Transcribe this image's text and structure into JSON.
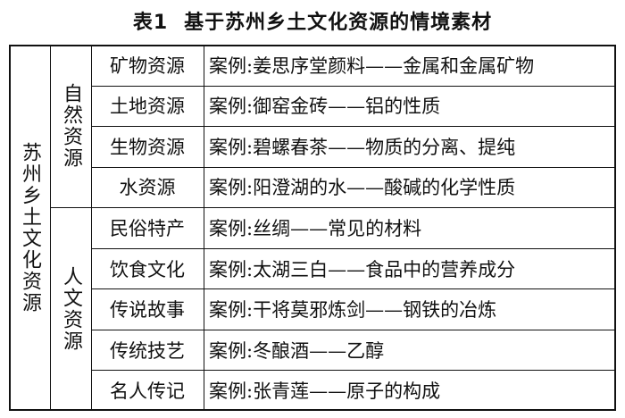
{
  "title": {
    "number": "表1",
    "text": "基于苏州乡土文化资源的情境素材"
  },
  "root_label": "苏州乡土文化资源",
  "groups": [
    {
      "label": "自然资源"
    },
    {
      "label": "人文资源"
    }
  ],
  "rows": [
    {
      "category": "矿物资源",
      "case": "案例:姜思序堂颜料——金属和金属矿物"
    },
    {
      "category": "土地资源",
      "case": "案例:御窑金砖——铝的性质"
    },
    {
      "category": "生物资源",
      "case": "案例:碧螺春茶——物质的分离、提纯"
    },
    {
      "category": "水资源",
      "case": "案例:阳澄湖的水——酸碱的化学性质"
    },
    {
      "category": "民俗特产",
      "case": "案例:丝绸——常见的材料"
    },
    {
      "category": "饮食文化",
      "case": "案例:太湖三白——食品中的营养成分"
    },
    {
      "category": "传说故事",
      "case": "案例:干将莫邪炼剑——钢铁的冶炼"
    },
    {
      "category": "传统技艺",
      "case": "案例:冬酿酒——乙醇"
    },
    {
      "category": "名人传记",
      "case": "案例:张青莲——原子的构成"
    }
  ]
}
